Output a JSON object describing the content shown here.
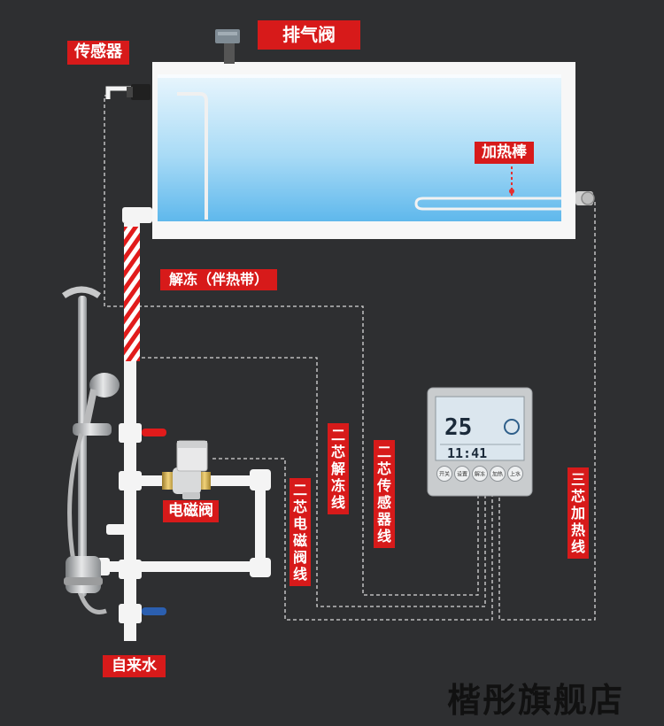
{
  "labels": {
    "sensor": "传感器",
    "exhaust_valve": "排气阀",
    "heating_rod": "加热棒",
    "defrost_tape": "解冻（伴热带）",
    "solenoid_valve": "电磁阀",
    "tap_water": "自来水",
    "wire_solenoid": "二芯电磁阀线",
    "wire_defrost": "二芯解冻线",
    "wire_sensor": "二芯传感器线",
    "wire_heater": "三芯加热线"
  },
  "controller": {
    "temperature": "25",
    "time": "11:41",
    "buttons": [
      "开关",
      "设置",
      "解冻",
      "加热",
      "上水"
    ]
  },
  "watermark": "楷彤旗舰店",
  "colors": {
    "background": "#2e2f31",
    "label_red": "#d71a1a",
    "pipe_white": "#f4f4f4",
    "tank_blue": "#bfe4f8",
    "wire_dashed": "#d8d8d8"
  }
}
